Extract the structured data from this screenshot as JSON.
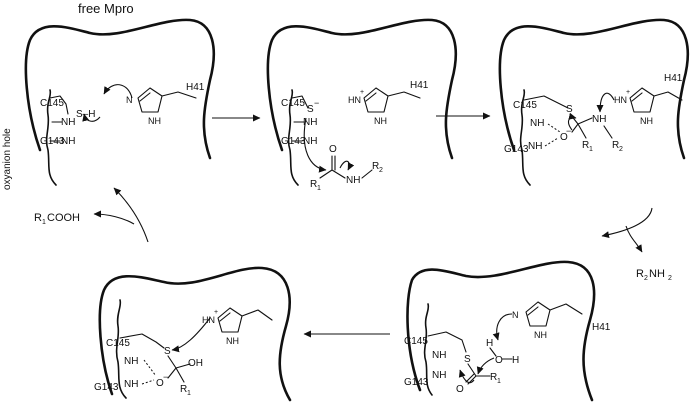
{
  "title": "free Mpro",
  "side_label": "oxyanion hole",
  "panels": {
    "p1": {
      "cys": "C145",
      "gly": "G143",
      "his": "H41",
      "nh1": "NH",
      "nh2": "NH",
      "sh": "S–H",
      "imid_nh": "NH",
      "imid_n": "N"
    },
    "p2": {
      "cys": "C145",
      "gly": "G143",
      "his": "H41",
      "nh1": "NH",
      "nh2": "NH",
      "s": "S",
      "s_charge": "−",
      "imid_nh": "NH",
      "imid_hn": "HN",
      "imid_plus": "+",
      "substrate": {
        "o": "O",
        "r1": "R",
        "r1_sub": "1",
        "nh": "NH",
        "r2": "R",
        "r2_sub": "2"
      }
    },
    "p3": {
      "cys": "C145",
      "gly": "G143",
      "his": "H41",
      "nh1": "NH",
      "nh2": "NH",
      "s": "S",
      "o": "O",
      "o_charge": "−",
      "r1": "R",
      "r1_sub": "1",
      "nh": "NH",
      "r2": "R",
      "r2_sub": "2",
      "imid_nh": "NH",
      "imid_hn": "HN",
      "imid_plus": "+"
    },
    "p4": {
      "cys": "C145",
      "gly": "G143",
      "his": "H41",
      "nh1": "NH",
      "nh2": "NH",
      "s": "S",
      "o": "O",
      "r1": "R",
      "r1_sub": "1",
      "water_o": "O",
      "water_h1": "H",
      "water_h2": "H",
      "imid_nh": "NH",
      "imid_n": "N"
    },
    "p5": {
      "cys": "C145",
      "gly": "G143",
      "nh1": "NH",
      "nh2": "NH",
      "s": "S",
      "o": "O",
      "o_charge": "−",
      "oh": "OH",
      "r1": "R",
      "r1_sub": "1",
      "imid_nh": "NH",
      "imid_hn": "HN",
      "imid_plus": "+"
    }
  },
  "released": {
    "amine": {
      "r": "R",
      "sub": "2",
      "rest": "NH",
      "sub2": "2"
    },
    "acid": {
      "r": "R",
      "sub": "1",
      "rest": "COOH"
    }
  }
}
